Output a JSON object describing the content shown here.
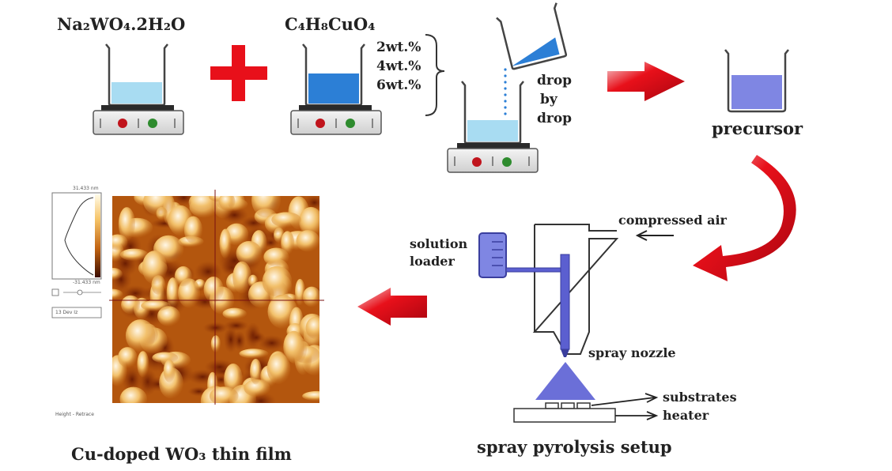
{
  "reagents": {
    "na2wo4": "Na₂WO₄.2H₂O",
    "copper_acetate": "C₄H₈CuO₄"
  },
  "concentrations": [
    "2wt.%",
    "4wt.%",
    "6wt.%"
  ],
  "drop_text": [
    "drop",
    "by",
    "drop"
  ],
  "precursor_label": "precursor",
  "spray_setup": {
    "compressed_air": "compressed air",
    "solution_loader": [
      "solution",
      "loader"
    ],
    "spray_nozzle": "spray nozzle",
    "substrates": "substrates",
    "heater": "heater",
    "title": "spray pyrolysis setup"
  },
  "afm": {
    "scale_top": "31.433 nm",
    "scale_bottom": "-31.433 nm",
    "dropdown_value": "13 Dev Iz",
    "footer_text": "Height - Retrace"
  },
  "film_label": "Cu-doped WO₃ thin film",
  "colors": {
    "arrow_red": "#e8101a",
    "light_blue": "#a8dcf2",
    "dark_blue": "#2c7fd6",
    "precursor_purple": "#7f86e3",
    "nozzle_blue": "#5b5fd0"
  }
}
